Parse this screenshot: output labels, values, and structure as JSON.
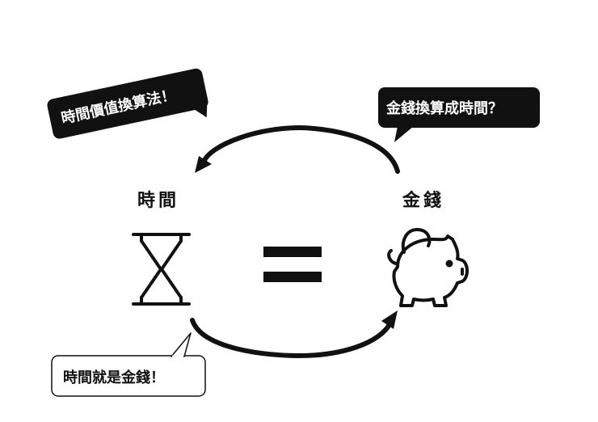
{
  "labels": {
    "time": "時間",
    "money": "金錢"
  },
  "bubbles": {
    "top_left": "時間價值換算法！",
    "top_right": "金錢換算成時間？",
    "bottom_left": "時間就是金錢！"
  },
  "icons": {
    "time": "hourglass-icon",
    "equals": "equals-icon",
    "money": "piggy-bank-icon"
  },
  "colors": {
    "ink": "#111111",
    "bubble_dark": "#111111",
    "bubble_light": "#ffffff",
    "background": "#ffffff"
  }
}
